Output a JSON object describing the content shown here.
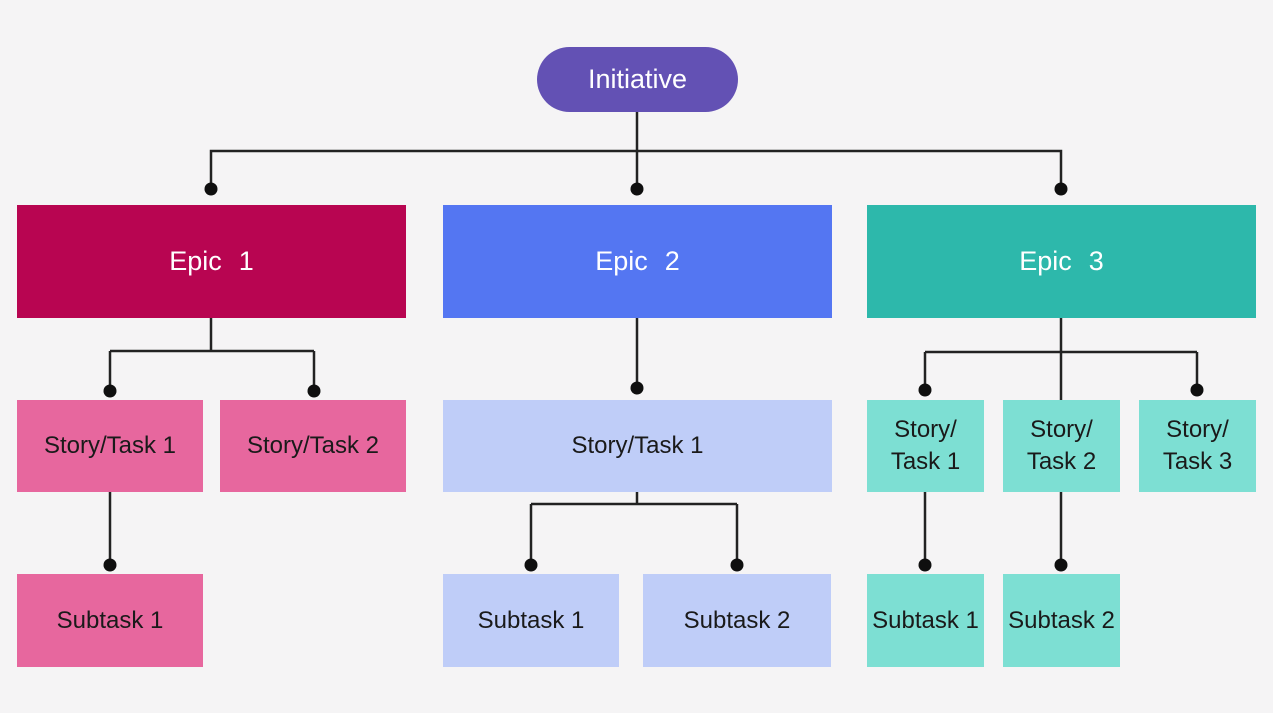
{
  "palette": {
    "background": "#f5f4f5",
    "initiative": "#6351b4",
    "epic1": "#b80551",
    "epic1_light": "#e7679e",
    "epic2": "#5476f2",
    "epic2_light": "#bfcdf8",
    "epic3": "#2db8ab",
    "epic3_light": "#7ddfd3",
    "connector_line": "#222222",
    "junction_dot": "#0f0f0f",
    "text_on_dark": "#ffffff",
    "text_on_light": "#1a1a1a"
  },
  "diagram": {
    "root": {
      "label": "Initiative"
    },
    "epics": [
      {
        "label": "Epic 1",
        "stories": [
          {
            "label": "Story/Task 1",
            "subtasks": [
              {
                "label": "Subtask 1"
              }
            ]
          },
          {
            "label": "Story/Task 2",
            "subtasks": []
          }
        ]
      },
      {
        "label": "Epic 2",
        "stories": [
          {
            "label": "Story/Task 1",
            "subtasks": [
              {
                "label": "Subtask 1"
              },
              {
                "label": "Subtask 2"
              }
            ]
          }
        ]
      },
      {
        "label": "Epic 3",
        "stories": [
          {
            "label_line1": "Story/",
            "label_line2": "Task 1",
            "subtasks": [
              {
                "label": "Subtask 1"
              }
            ]
          },
          {
            "label_line1": "Story/",
            "label_line2": "Task 2",
            "subtasks": [
              {
                "label": "Subtask 2"
              }
            ]
          },
          {
            "label_line1": "Story/",
            "label_line2": "Task 3",
            "subtasks": []
          }
        ]
      }
    ]
  }
}
